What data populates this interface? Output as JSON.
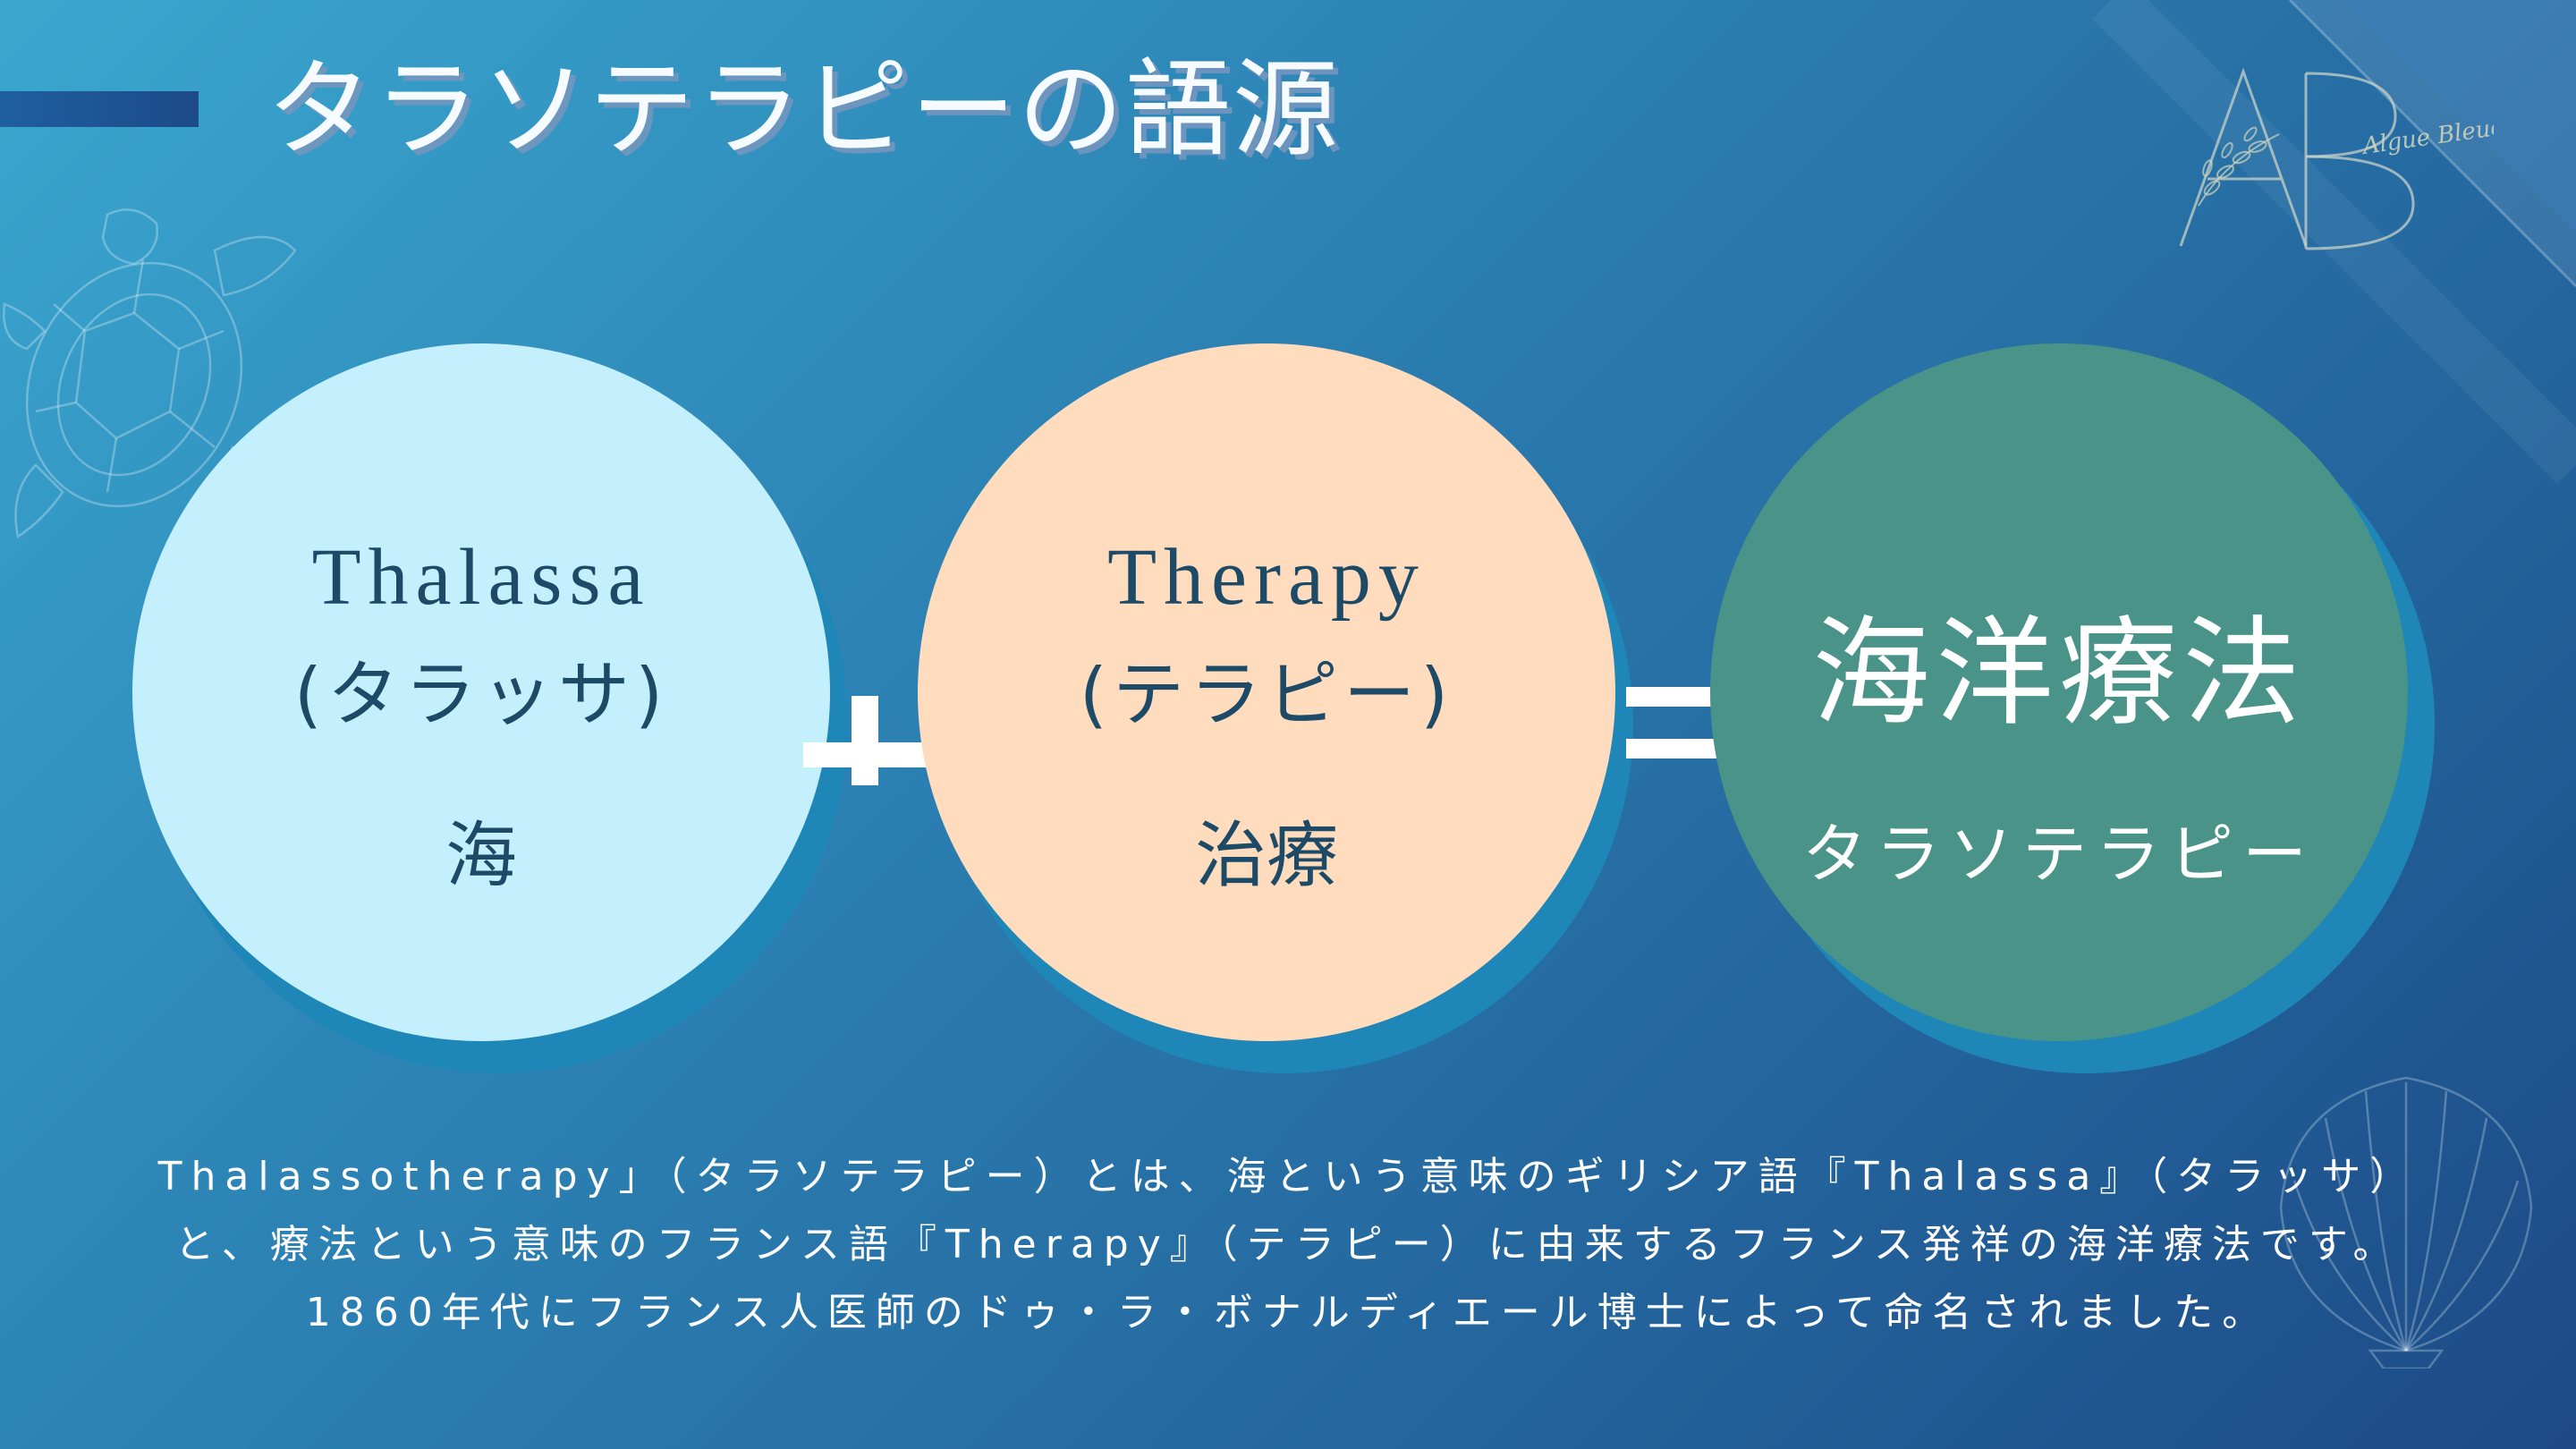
{
  "header": {
    "title": "タラソテラピーの語源"
  },
  "logo": {
    "letters": "AB",
    "script_text": "Algue Bleue"
  },
  "circles": [
    {
      "english": "Thalassa",
      "katakana": "(タラッサ)",
      "meaning": "海"
    },
    {
      "english": "Therapy",
      "katakana": "(テラピー)",
      "meaning": "治療"
    },
    {
      "main": "海洋療法",
      "sub": "タラソテラピー"
    }
  ],
  "operators": {
    "plus": "+",
    "equals": "="
  },
  "description": {
    "lines": [
      "Thalassotherapy」（タラソテラピー）とは、海という意味のギリシア語『Thalassa』（タラッサ）",
      "と、療法という意味のフランス語『Therapy』（テラピー）に由来するフランス発祥の海洋療法です。",
      "1860年代にフランス人医師のドゥ・ラ・ボナルディエール博士によって命名されました。"
    ]
  },
  "colors": {
    "bg_top_left": "#3aa7cf",
    "bg_bottom_right": "#1d4a86",
    "circle_sea": "#c4effd",
    "circle_therapy": "#ffdcbd",
    "circle_result": "#4a9389",
    "circle_shadow": "#1f86b8",
    "circle_text": "#1d4a66"
  },
  "icons": [
    "turtle-icon",
    "shell-icon",
    "leaf-wreath-icon"
  ]
}
